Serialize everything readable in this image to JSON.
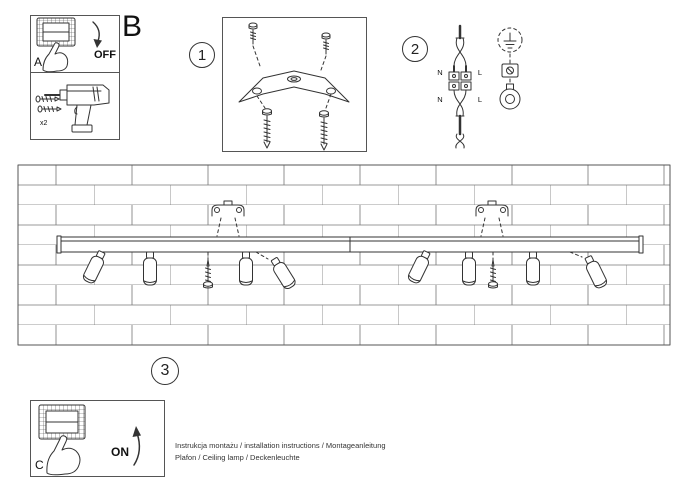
{
  "letter_b": "B",
  "panel_a": {
    "label": "A",
    "state": "OFF"
  },
  "tools": {
    "count": "x2"
  },
  "panel_c": {
    "label": "C",
    "state": "ON"
  },
  "steps": {
    "s1": "1",
    "s2": "2",
    "s3": "3"
  },
  "wiring": {
    "top_n": "N",
    "top_l": "L",
    "bot_n": "N",
    "bot_l": "L"
  },
  "footer": {
    "line1": "Instrukcja montażu / installation instructions / Montageanleitung",
    "line2": "Plafon / Ceiling lamp / Deckenleuchte"
  },
  "colors": {
    "line": "#333333",
    "brick_line": "#777777",
    "background": "#ffffff"
  }
}
